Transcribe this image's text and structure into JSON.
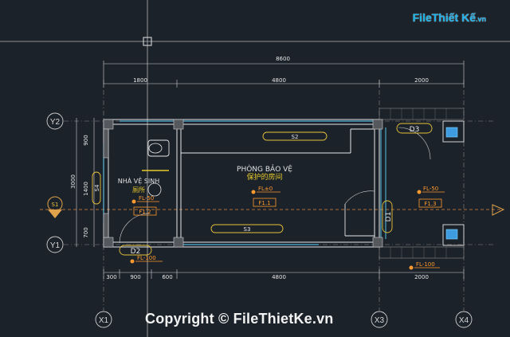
{
  "watermark": {
    "logo_main": "File",
    "logo_accent": "Thiết Kế",
    "logo_domain": ".vn",
    "copyright": "Copyright © FileThietKe.vn"
  },
  "dimensions": {
    "overall": "8600",
    "top_1800": "1800",
    "top_4800": "4800",
    "top_2000": "2000",
    "left_900": "900",
    "left_3000": "3000",
    "left_1400": "1400",
    "left_700": "700",
    "bot_300": "300",
    "bot_900": "900",
    "bot_600": "600",
    "bot_4800": "4800",
    "bot_2000": "2000"
  },
  "axes": {
    "y2": "Y2",
    "y1": "Y1",
    "x1": "X1",
    "x3": "X3",
    "x4": "X4",
    "s1": "S1"
  },
  "rooms": {
    "guard_vi": "PHÒNG BẢO VỆ",
    "guard_cn": "保护的房间",
    "wc_vi": "NHÀ VỆ SINH",
    "wc_cn": "厕所"
  },
  "tags": {
    "s2": "S2",
    "s3": "S3",
    "s4": "S4",
    "d1": "D1",
    "d2": "D2",
    "d3": "D3"
  },
  "levels": {
    "fl_wc": "FL-50",
    "f12": "F1.2",
    "fl_guard": "FL±0",
    "f11": "F1.1",
    "fl_right": "FL-50",
    "f13": "F1.3",
    "fl_d2": "FL-100",
    "fl_bot_right": "FL-100"
  }
}
